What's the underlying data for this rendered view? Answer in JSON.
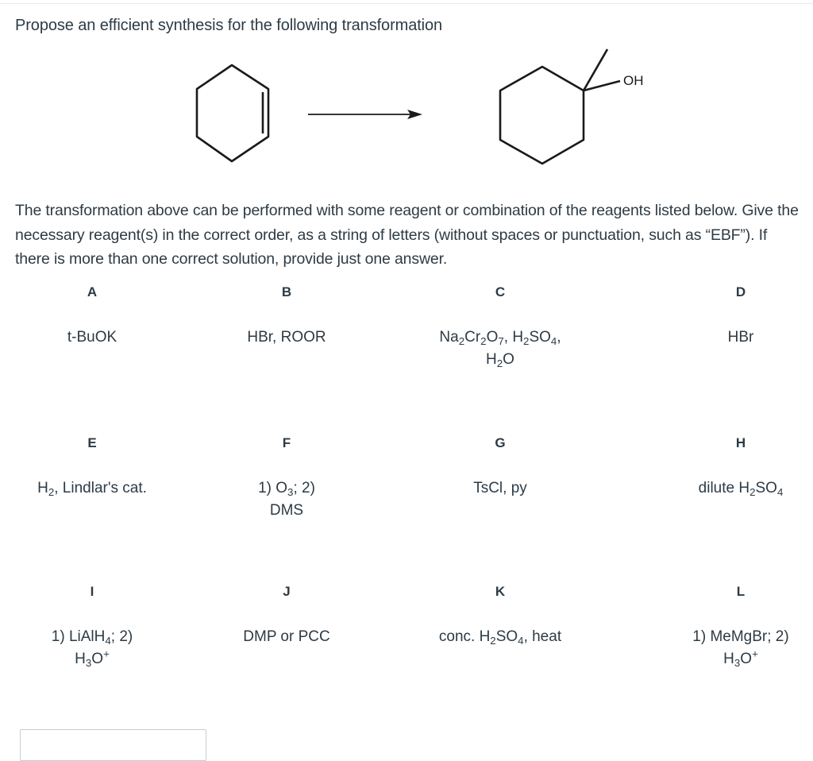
{
  "question": {
    "title": "Propose an efficient synthesis for the following transformation",
    "scheme": {
      "starting_material": "cyclohexene",
      "product": "1-methylcyclohexanol",
      "product_label": "OH",
      "arrow": "reaction-arrow"
    },
    "instructions": "The transformation above can be performed with some reagent or combination of the reagents listed below. Give the necessary reagent(s) in the correct order, as a string of letters (without spaces or punctuation, such as “EBF”). If there is more than one correct solution, provide just one answer."
  },
  "reagents": [
    {
      "letter": "A",
      "line1": "t-BuOK",
      "line2": ""
    },
    {
      "letter": "B",
      "line1": "HBr, ROOR",
      "line2": ""
    },
    {
      "letter": "C",
      "line1_html": "Na<sub>2</sub>Cr<sub>2</sub>O<sub>7</sub>, H<sub>2</sub>SO<sub>4</sub>,",
      "line2_html": "H<sub>2</sub>O"
    },
    {
      "letter": "D",
      "line1": "HBr",
      "line2": ""
    },
    {
      "letter": "E",
      "line1_html": "H<sub>2</sub>, Lindlar's cat.",
      "line2": ""
    },
    {
      "letter": "F",
      "line1_html": "1) O<sub>3</sub>; 2)",
      "line2": "DMS"
    },
    {
      "letter": "G",
      "line1": "TsCl, py",
      "line2": ""
    },
    {
      "letter": "H",
      "line1_html": "dilute H<sub>2</sub>SO<sub>4</sub>",
      "line2": ""
    },
    {
      "letter": "I",
      "line1_html": "1) LiAlH<sub>4</sub>; 2)",
      "line2_html": "H<sub>3</sub>O<sup>+</sup>"
    },
    {
      "letter": "J",
      "line1": "DMP or PCC",
      "line2": ""
    },
    {
      "letter": "K",
      "line1_html": "conc. H<sub>2</sub>SO<sub>4</sub>, heat",
      "line2": ""
    },
    {
      "letter": "L",
      "line1": "1) MeMgBr; 2)",
      "line2_html": "H<sub>3</sub>O<sup>+</sup>"
    }
  ],
  "answer": {
    "value": "",
    "placeholder": ""
  },
  "colors": {
    "text": "#2d3b45",
    "input_border": "#c7cdd1",
    "structure_line": "#1a1a1a"
  }
}
